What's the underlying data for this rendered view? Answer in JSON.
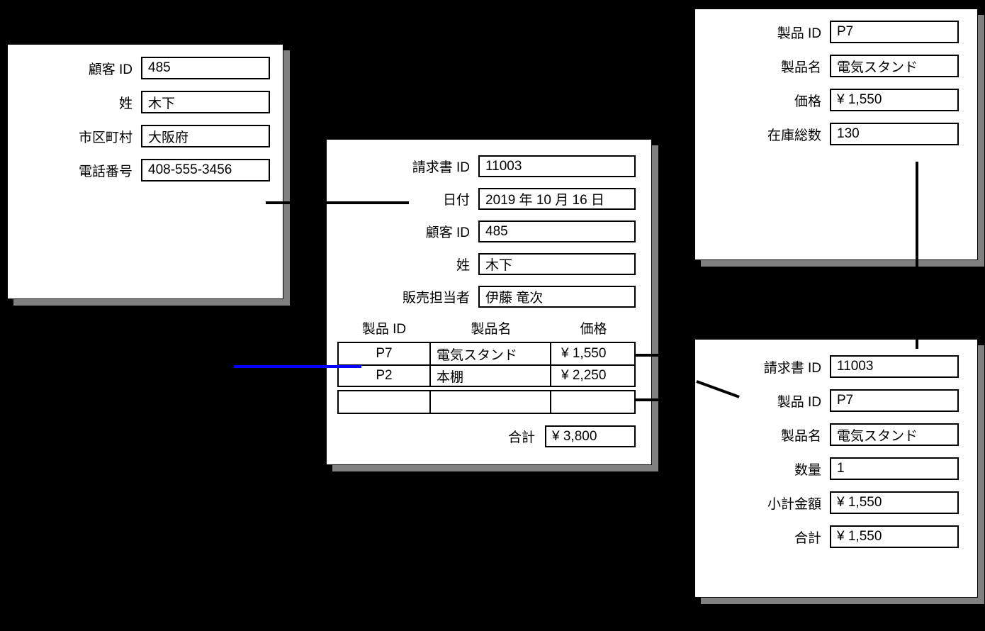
{
  "colors": {
    "background": "#000000",
    "panel": "#ffffff",
    "panel_shadow": "#808080",
    "connector": "#000000",
    "highlight_connector": "#0000ff"
  },
  "panels": {
    "customer": {
      "fields": [
        {
          "label": "顧客 ID",
          "value": "485"
        },
        {
          "label": "姓",
          "value": "木下"
        },
        {
          "label": "市区町村",
          "value": "大阪府"
        },
        {
          "label": "電話番号",
          "value": "408-555-3456"
        }
      ]
    },
    "invoice": {
      "fields": [
        {
          "label": "請求書 ID",
          "value": "11003"
        },
        {
          "label": "日付",
          "value": "2019 年 10 月 16 日"
        },
        {
          "label": "顧客 ID",
          "value": "485"
        },
        {
          "label": "姓",
          "value": "木下"
        },
        {
          "label": "販売担当者",
          "value": "伊藤 竜次"
        }
      ],
      "line_items": {
        "headers": [
          "製品 ID",
          "製品名",
          "価格"
        ],
        "rows": [
          [
            "P7",
            "電気スタンド",
            "¥ 1,550"
          ],
          [
            "P2",
            "本棚",
            "¥ 2,250"
          ],
          [
            "",
            "",
            ""
          ]
        ]
      },
      "total": {
        "label": "合計",
        "value": "¥ 3,800"
      }
    },
    "product": {
      "fields": [
        {
          "label": "製品 ID",
          "value": "P7"
        },
        {
          "label": "製品名",
          "value": "電気スタンド"
        },
        {
          "label": "価格",
          "value": "¥ 1,550"
        },
        {
          "label": "在庫総数",
          "value": "130"
        }
      ]
    },
    "invoice_line_item": {
      "fields": [
        {
          "label": "請求書 ID",
          "value": "11003"
        },
        {
          "label": "製品 ID",
          "value": "P7"
        },
        {
          "label": "製品名",
          "value": "電気スタンド"
        },
        {
          "label": "数量",
          "value": "1"
        },
        {
          "label": "小計金額",
          "value": "¥ 1,550"
        },
        {
          "label": "合計",
          "value": "¥ 1,550"
        }
      ]
    }
  }
}
